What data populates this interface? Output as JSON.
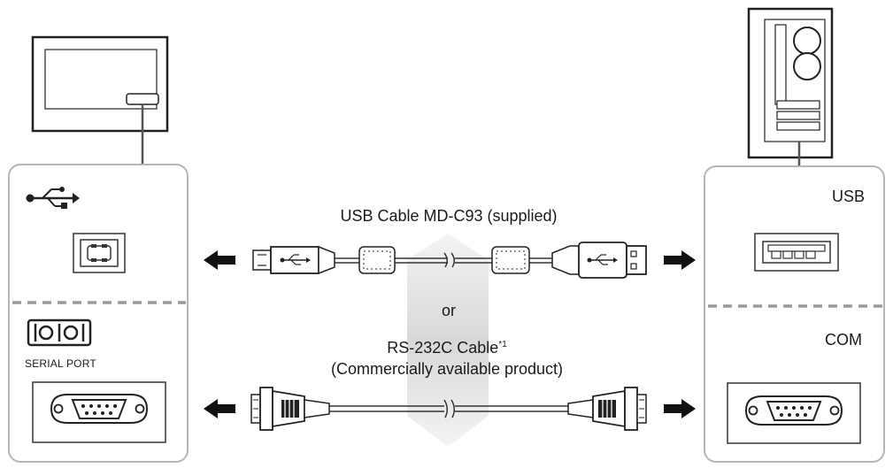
{
  "diagram": {
    "left_panel": {
      "usb_symbol": "usb-icon",
      "serial_port_icon": "serial-port-icon",
      "serial_port_label": "SERIAL PORT"
    },
    "right_panel": {
      "usb_label": "USB",
      "com_label": "COM"
    },
    "usb_cable": {
      "label": "USB Cable MD-C93 (supplied)"
    },
    "separator_text": "or",
    "rs232_cable": {
      "label": "RS-232C Cable",
      "footnote_mark": "*1",
      "sublabel": "(Commercially available product)"
    },
    "colors": {
      "line": "#333333",
      "panel_border": "#b5b5b5",
      "divider": "#9a9a9a",
      "gray_arrow": "#dcdcdc"
    }
  }
}
